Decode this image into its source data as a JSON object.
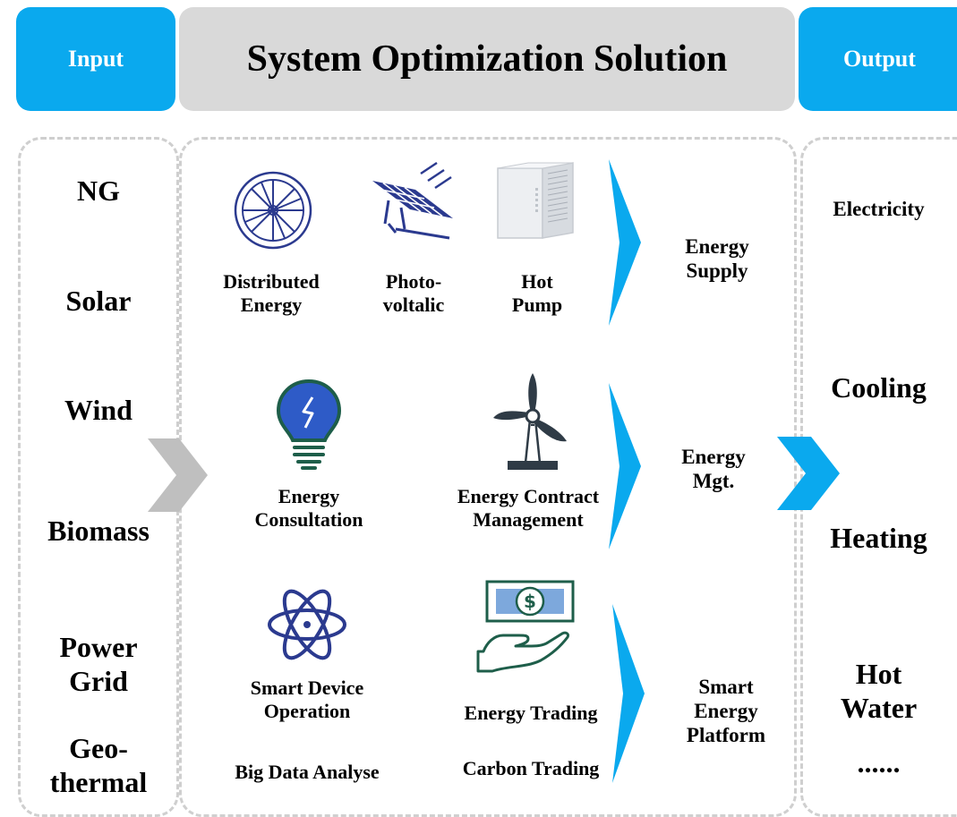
{
  "header": {
    "input_label": "Input",
    "title": "System Optimization Solution",
    "output_label": "Output"
  },
  "inputs": {
    "ng": "NG",
    "solar": "Solar",
    "wind": "Wind",
    "biomass": "Biomass",
    "power_grid_1": "Power",
    "power_grid_2": "Grid",
    "geothermal_1": "Geo-",
    "geothermal_2": "thermal"
  },
  "solutions": {
    "distributed_1": "Distributed",
    "distributed_2": "Energy",
    "photovoltaic_1": "Photo-",
    "photovoltaic_2": "voltalic",
    "hot_pump_1": "Hot",
    "hot_pump_2": "Pump",
    "consultation_1": "Energy",
    "consultation_2": "Consultation",
    "contract_1": "Energy Contract",
    "contract_2": "Management",
    "smart_device_1": "Smart Device",
    "smart_device_2": "Operation",
    "energy_trading": "Energy Trading",
    "big_data": "Big Data Analyse",
    "carbon_trading": "Carbon Trading"
  },
  "categories": {
    "supply_1": "Energy",
    "supply_2": "Supply",
    "mgt_1": "Energy",
    "mgt_2": "Mgt.",
    "platform_1": "Smart",
    "platform_2": "Energy",
    "platform_3": "Platform"
  },
  "outputs": {
    "electricity": "Electricity",
    "cooling": "Cooling",
    "heating": "Heating",
    "hot_water_1": "Hot",
    "hot_water_2": "Water",
    "more": "......"
  },
  "colors": {
    "accent_blue": "#0AA9EE",
    "header_gray": "#D9D9D9",
    "dashed_border": "#CFCFCF",
    "icon_navy": "#2B3A8F",
    "icon_green": "#1E5E4A",
    "arrow_gray": "#BFBFBF"
  },
  "icons": {
    "distributed": "turbine-wheel-icon",
    "photovoltaic": "solar-panel-icon",
    "hot_pump": "heat-pump-unit-icon",
    "consultation": "lightbulb-icon",
    "contract": "wind-turbine-icon",
    "smart_device": "atom-icon",
    "trading": "money-hand-icon"
  }
}
